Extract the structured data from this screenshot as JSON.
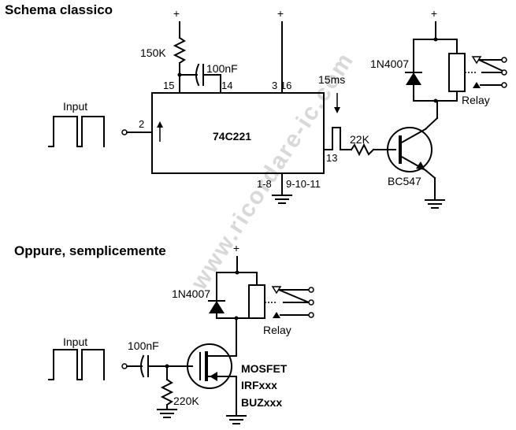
{
  "diagram": {
    "watermark": "www.ricordare-ic.com",
    "top": {
      "title": "Schema classico",
      "input_label": "Input",
      "ic_label": "74C221",
      "resistor_timing": "150K",
      "capacitor_timing": "100nF",
      "pulse_label": "15ms",
      "base_resistor": "22K",
      "diode": "1N4007",
      "relay": "Relay",
      "transistor": "BC547",
      "plus": "+",
      "pins": {
        "p2": "2",
        "p15": "15",
        "p14": "14",
        "p3_16": "3 16",
        "p13": "13",
        "p1_8": "1-8",
        "p9_10_11": "9-10-11"
      }
    },
    "bottom": {
      "title": "Oppure, semplicemente",
      "input_label": "Input",
      "capacitor": "100nF",
      "resistor": "220K",
      "diode": "1N4007",
      "relay": "Relay",
      "mosfet_line1": "MOSFET",
      "mosfet_line2": "IRFxxx",
      "mosfet_line3": "BUZxxx",
      "plus": "+"
    }
  }
}
